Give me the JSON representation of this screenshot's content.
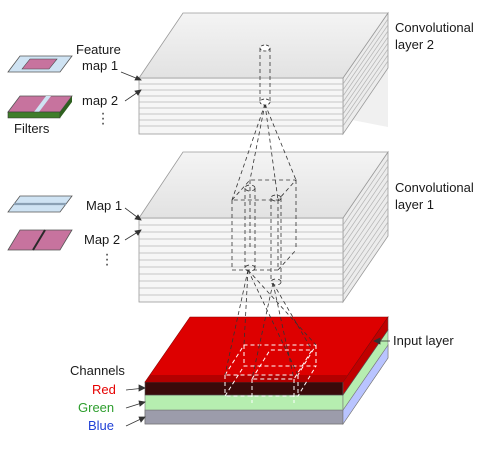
{
  "labels": {
    "conv2": [
      "Convolutional",
      "layer 2"
    ],
    "conv1": [
      "Convolutional",
      "layer 1"
    ],
    "input": "Input layer",
    "feature_map_1": [
      "Feature",
      "map 1"
    ],
    "feature_map_2": "map 2",
    "filters": "Filters",
    "map1": "Map 1",
    "map2": "Map 2",
    "channels": "Channels",
    "red": "Red",
    "green": "Green",
    "blue": "Blue",
    "ellipsis": [
      "·",
      "·",
      "·"
    ]
  },
  "colors": {
    "red": "#e60000",
    "green": "#2e9e2e",
    "blue": "#1f3fd6",
    "input_red": "#dd0000",
    "input_green": "#b6eeb0",
    "input_blue": "#b9c4ff",
    "map_light_blue": "#cfe3f3",
    "map_pink": "#c7739e",
    "filter_dark_green": "#3f7d2a"
  }
}
